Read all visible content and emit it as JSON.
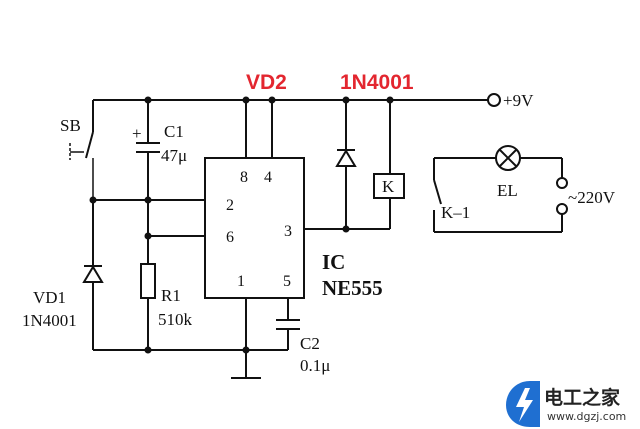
{
  "title_red": {
    "part": "VD2",
    "model": "1N4001"
  },
  "supply": {
    "label": "+9V"
  },
  "components": {
    "sb": "SB",
    "c1": "C1",
    "c1_plus": "+",
    "c1_value": "47μ",
    "ic_pin8": "8",
    "ic_pin4": "4",
    "ic_pin2": "2",
    "ic_pin6": "6",
    "ic_pin3": "3",
    "ic_pin1": "1",
    "ic_pin5": "5",
    "ic_label": "IC",
    "ic_model": "NE555",
    "relay": "K",
    "relay_contact": "K–1",
    "lamp": "EL",
    "mains": "~220V",
    "vd1": "VD1",
    "vd1_model": "1N4001",
    "r1": "R1",
    "r1_value": "510k",
    "c2": "C2",
    "c2_value": "0.1μ"
  },
  "watermark": {
    "name": "电工之家",
    "url": "www.dgzj.com",
    "logo_color": "#1f6fd1"
  }
}
